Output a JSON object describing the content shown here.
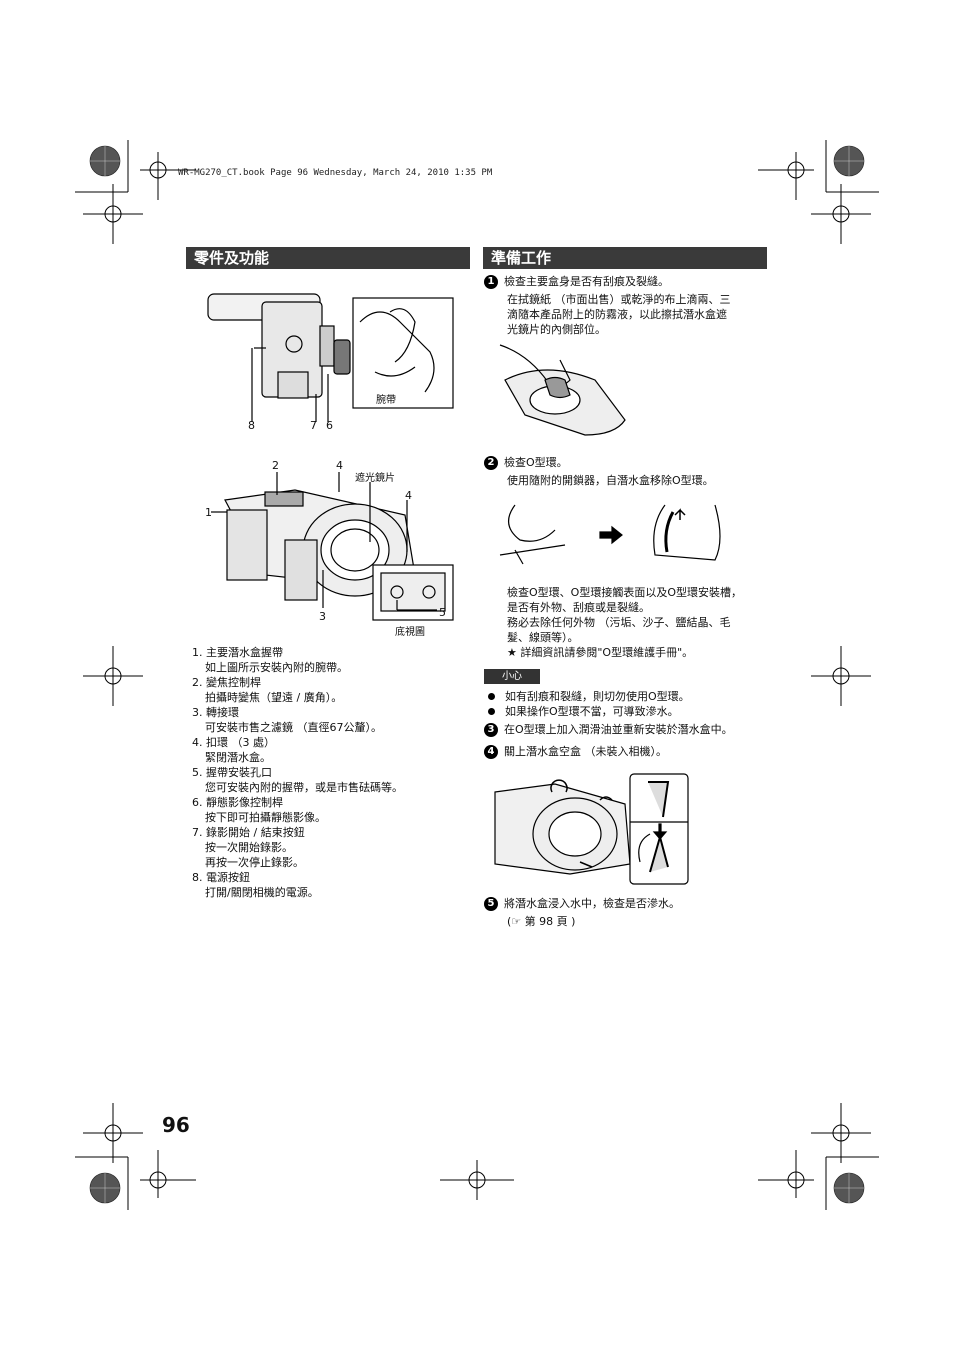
{
  "header": {
    "print_info": "WR-MG270_CT.book  Page 96  Wednesday, March 24, 2010  1:35 PM"
  },
  "left": {
    "title": "零件及功能",
    "fig1_labels": {
      "band": "腕帶",
      "n8": "8",
      "n7": "7",
      "n6": "6"
    },
    "fig2_labels": {
      "n2": "2",
      "n4a": "4",
      "lens": "遮光鏡片",
      "n4b": "4",
      "n1": "1",
      "n3": "3",
      "n5": "5",
      "bottom": "底視圖"
    },
    "items": [
      {
        "title": "1. 主要潛水盒握帶",
        "desc": [
          "如上圖所示安裝內附的腕帶。"
        ]
      },
      {
        "title": "2. 變焦控制桿",
        "desc": [
          "拍攝時變焦（望遠 / 廣角）。"
        ]
      },
      {
        "title": "3. 轉接環",
        "desc": [
          "可安裝市售之濾鏡 （直徑67公釐）。"
        ]
      },
      {
        "title": "4. 扣環 （3 處）",
        "desc": [
          "緊閉潛水盒。"
        ]
      },
      {
        "title": "5. 握帶安裝孔口",
        "desc": [
          "您可安裝內附的握帶，或是市售砝碼等。"
        ]
      },
      {
        "title": "6. 靜態影像控制桿",
        "desc": [
          "按下即可拍攝靜態影像。"
        ]
      },
      {
        "title": "7. 錄影開始 / 結束按鈕",
        "desc": [
          "按一次開始錄影。",
          "再按一次停止錄影。"
        ]
      },
      {
        "title": "8. 電源按鈕",
        "desc": [
          "打開/關閉相機的電源。"
        ]
      }
    ]
  },
  "right": {
    "title": "準備工作",
    "step1": {
      "num": "1",
      "title": "檢查主要盒身是否有刮痕及裂縫。",
      "desc": [
        "在拭鏡紙 （市面出售）或乾淨的布上滴兩、三",
        "滴隨本產品附上的防霧液，以此擦拭潛水盒遮",
        "光鏡片的內側部位。"
      ]
    },
    "step2": {
      "num": "2",
      "title": "檢查O型環。",
      "desc": [
        "使用隨附的開鎖器，自潛水盒移除O型環。"
      ],
      "after": [
        "檢查O型環、O型環接觸表面以及O型環安裝槽，",
        "是否有外物、刮痕或是裂縫。",
        "務必去除任何外物 （污垢、沙子、鹽結晶、毛",
        "髮、線頭等）。"
      ],
      "note": "★ 詳細資訊請參閱\"O型環維護手冊\"。"
    },
    "caution": {
      "tag": "小心",
      "bullets": [
        "如有刮痕和裂縫，則切勿使用O型環。",
        "如果操作O型環不當，可導致滲水。"
      ]
    },
    "step3": {
      "num": "3",
      "title": "在O型環上加入潤滑油並重新安裝於潛水盒中。"
    },
    "step4": {
      "num": "4",
      "title": "關上潛水盒空盒 （未裝入相機）。"
    },
    "step5": {
      "num": "5",
      "title": "將潛水盒浸入水中，檢查是否滲水。",
      "ref": "(☞ 第 98 頁 )"
    }
  },
  "page_number": "96"
}
